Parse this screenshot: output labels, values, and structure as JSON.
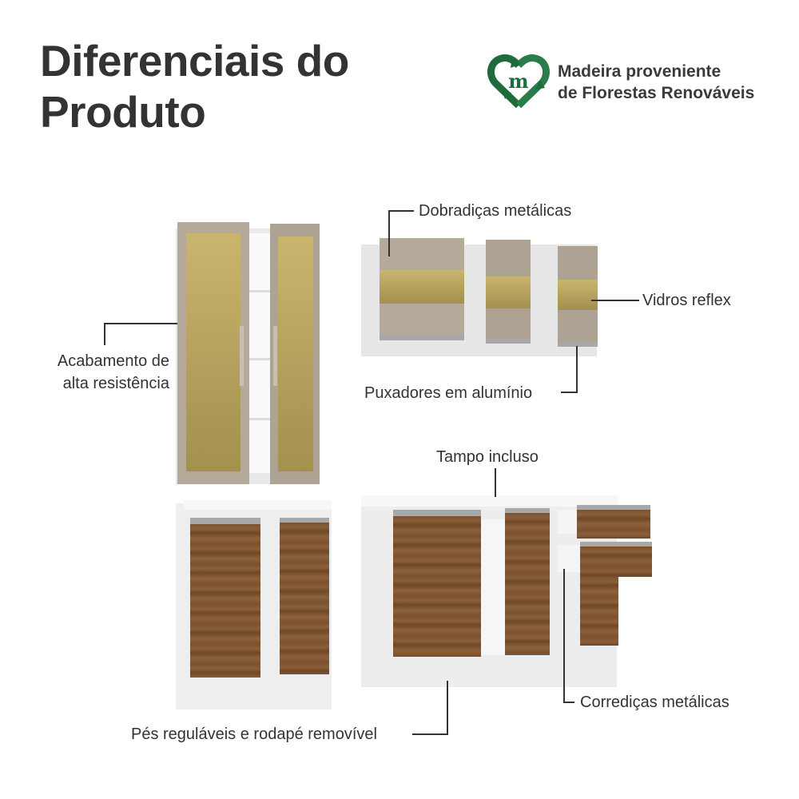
{
  "header": {
    "title_line1": "Diferenciais do",
    "title_line2": "Produto"
  },
  "badge": {
    "icon": "recycle-heart-m-icon",
    "line1": "Madeira proveniente",
    "line2": "de Florestas Renováveis",
    "color": "#1e6b3c"
  },
  "callouts": {
    "dobradicas": "Dobradiças metálicas",
    "vidros": "Vidros reflex",
    "puxadores": "Puxadores em alumínio",
    "acabamento_line1": "Acabamento de",
    "acabamento_line2": "alta resistência",
    "tampo": "Tampo incluso",
    "corredicas": "Corrediças metálicas",
    "pes": "Pés reguláveis e rodapé removível"
  },
  "colors": {
    "text": "#333333",
    "wood": "#7b5230",
    "beige_door": "#b5aa9a",
    "glass": "#c9b56d",
    "cabinet_body": "#f1f1f1"
  }
}
